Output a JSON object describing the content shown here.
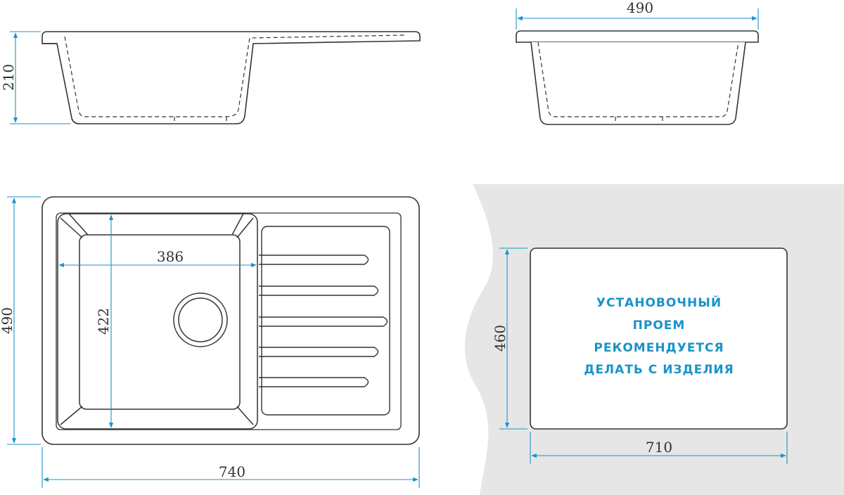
{
  "colors": {
    "outline": "#333333",
    "dimension": "#1a93c9",
    "note_text": "#1a93c9",
    "countertop": "#e6e6e6"
  },
  "side_view": {
    "height_label": "210"
  },
  "end_view": {
    "width_label": "490"
  },
  "top_view": {
    "width_label": "740",
    "depth_label": "490",
    "bowl_width_label": "386",
    "bowl_depth_label": "422"
  },
  "cutout": {
    "width_label": "710",
    "height_label": "460",
    "note_lines": [
      "УСТАНОВОЧНЫЙ",
      "ПРОЕМ",
      "РЕКОМЕНДУЕТСЯ",
      "ДЕЛАТЬ С ИЗДЕЛИЯ"
    ]
  }
}
